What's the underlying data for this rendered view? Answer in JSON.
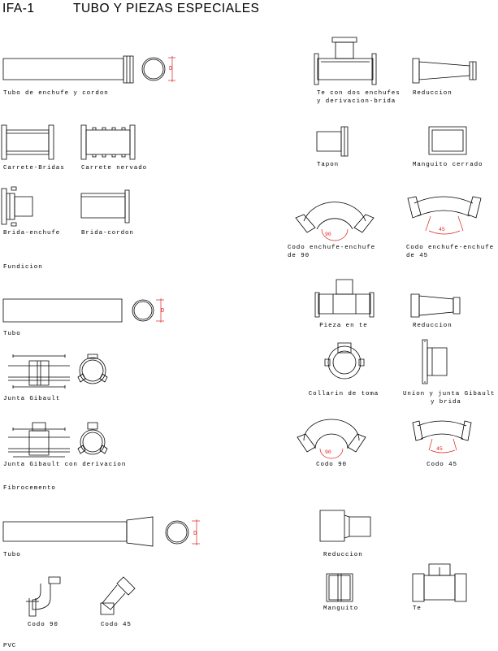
{
  "title": {
    "code": "IFA-1",
    "text": "TUBO Y PIEZAS ESPECIALES"
  },
  "dimension_label": "D",
  "angle_90": "90",
  "angle_45": "45",
  "sections": {
    "fundicion": {
      "name": "Fundicion",
      "items": {
        "tubo_enchufe_cordon": "Tubo de enchufe y cordon",
        "carrete_bridas": "Carrete-Bridas",
        "carrete_nervado": "Carrete nervado",
        "brida_enchufe": "Brida-enchufe",
        "brida_cordon": "Brida-cordon",
        "te_line1": "Te con dos enchufes",
        "te_line2": "y derivacion-brida",
        "reduccion": "Reduccion",
        "tapon": "Tapon",
        "manguito_cerrado": "Manguito cerrado",
        "codo90_line1": "Codo enchufe-enchufe",
        "codo90_line2": "de 90",
        "codo45_line1": "Codo enchufe-enchufe",
        "codo45_line2": "de 45"
      }
    },
    "fibrocemento": {
      "name": "Fibrocemento",
      "items": {
        "tubo": "Tubo",
        "junta_gibault": "Junta Gibault",
        "junta_gibault_derivacion": "Junta Gibault con derivacion",
        "pieza_en_te": "Pieza en te",
        "reduccion": "Reduccion",
        "collarin_toma": "Collarin de toma",
        "union_line1": "Union y junta Gibault",
        "union_line2": "y brida",
        "codo90": "Codo 90",
        "codo45": "Codo 45"
      }
    },
    "pvc": {
      "name": "PVC",
      "items": {
        "tubo": "Tubo",
        "codo90": "Codo 90",
        "codo45": "Codo 45",
        "reduccion": "Reduccion",
        "manguito": "Manguito",
        "te": "Te"
      }
    }
  }
}
